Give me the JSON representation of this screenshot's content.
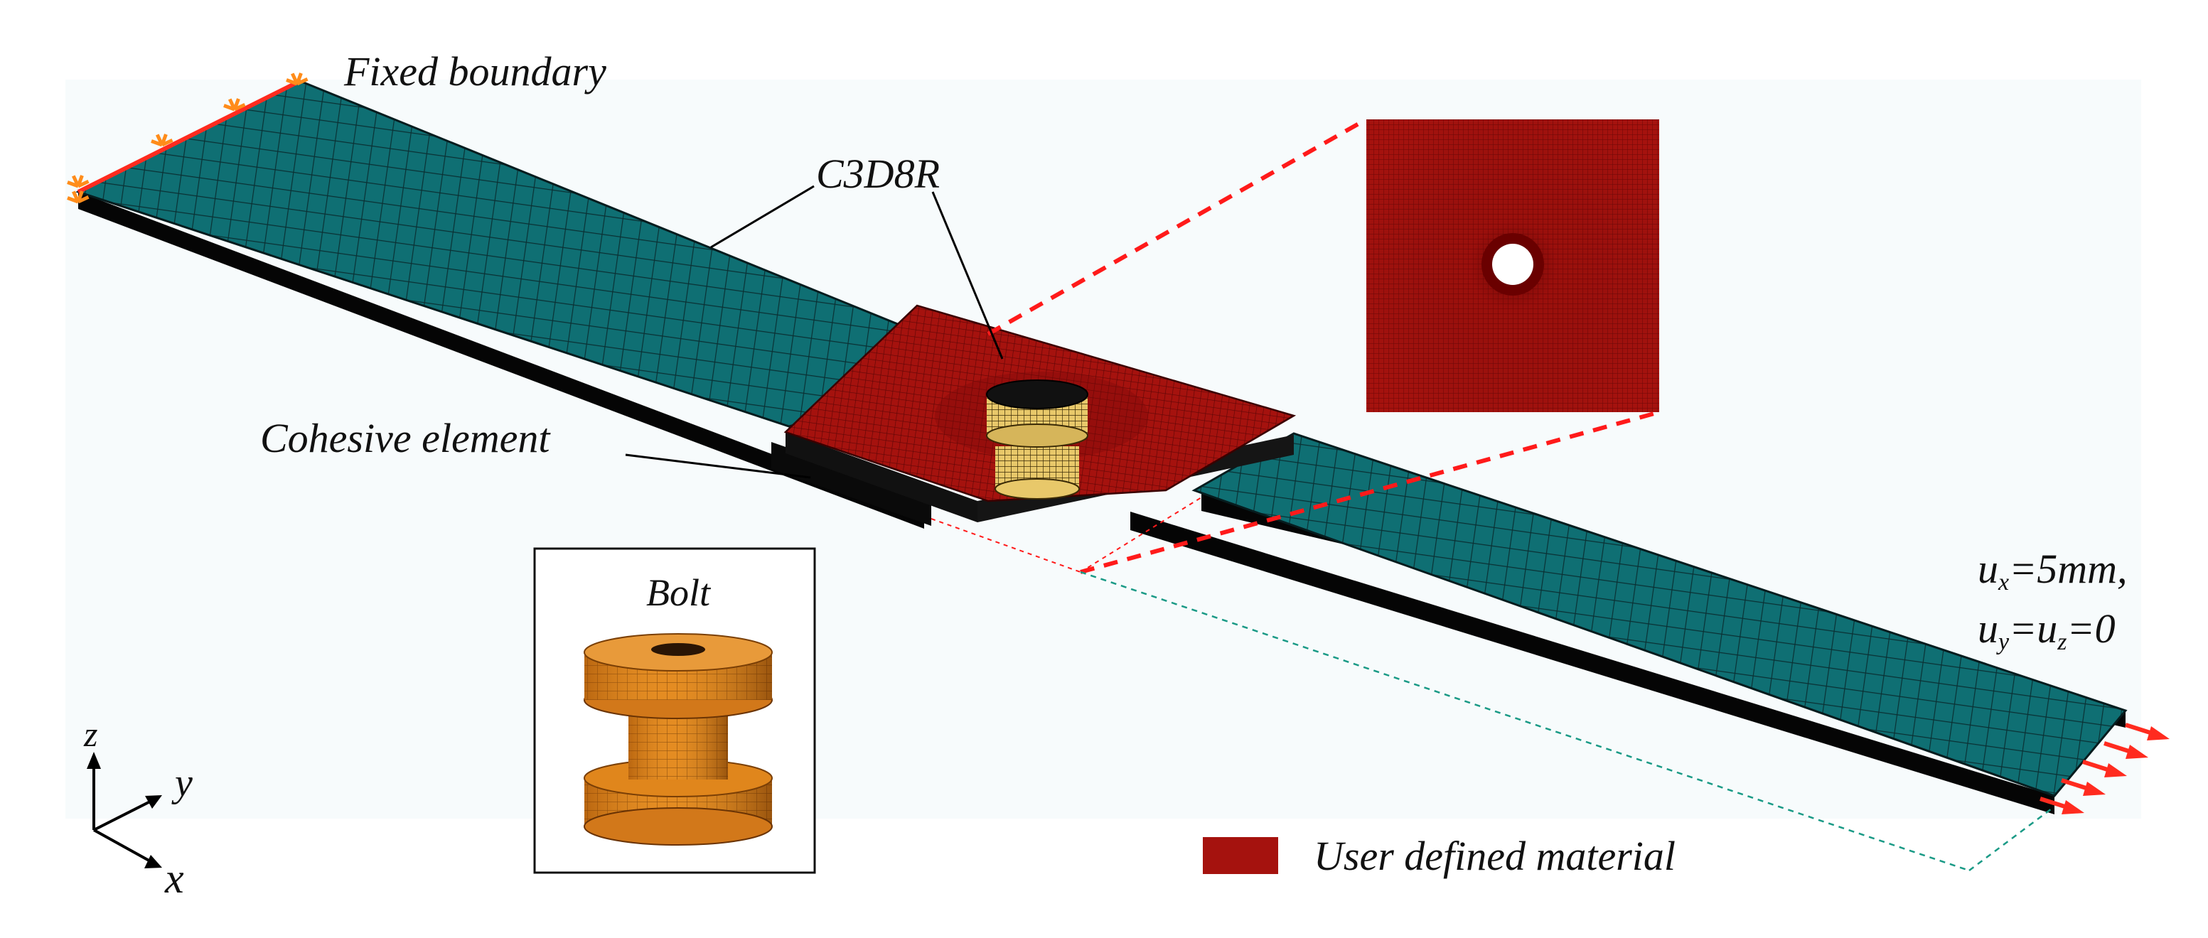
{
  "labels": {
    "fixed_boundary": "Fixed boundary",
    "element_type": "C3D8R",
    "cohesive": "Cohesive element",
    "bolt_title": "Bolt",
    "legend_material": "User defined material",
    "load_line1": "ux=5mm,",
    "load_line2": "uy=uz=0"
  },
  "load": {
    "ux_var": "u",
    "ux_sub": "x",
    "ux_val": "=5mm,",
    "uy_var": "u",
    "uy_sub": "y",
    "uy_mid": "=u",
    "uz_sub": "z",
    "uz_val": "=0"
  },
  "axes": {
    "z": "z",
    "y": "y",
    "x": "x"
  },
  "colors": {
    "laminate": "#0f6f73",
    "laminate_mesh": "#0a3134",
    "material": "#a5120e",
    "material_mesh": "#5e0606",
    "bolt": "#e0861c",
    "boundary": "#ff2b1f",
    "constraint": "#ff8c1a",
    "dash_red": "#ff1a1a",
    "dash_green": "#1a9a86"
  }
}
